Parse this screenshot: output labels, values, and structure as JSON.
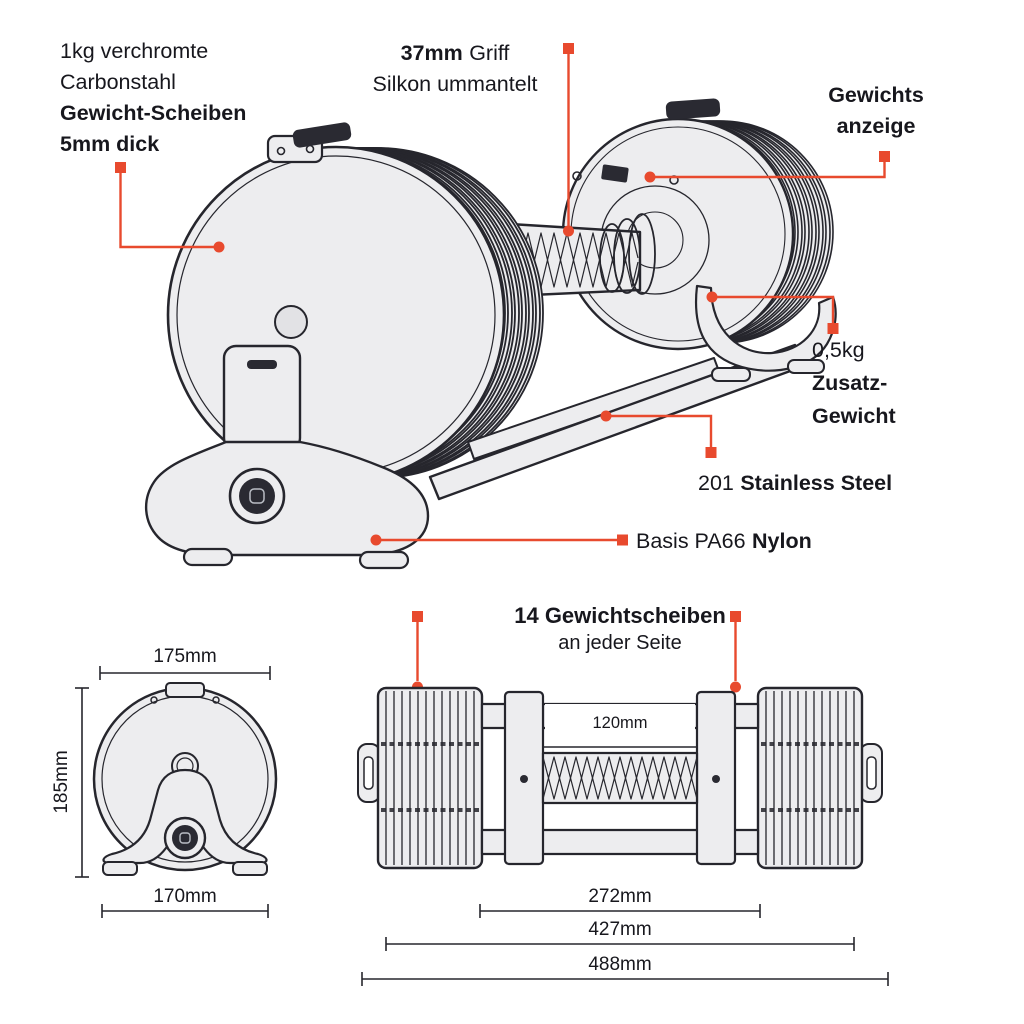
{
  "colors": {
    "accent": "#e84a2e",
    "line_art": "#26262d",
    "fill": "#ededef"
  },
  "callouts": {
    "plates": {
      "lines": [
        "1kg verchromte",
        "Carbonstahl",
        "Gewicht-Scheiben",
        "5mm dick"
      ]
    },
    "grip": {
      "bold": "37mm",
      "normal": "Griff",
      "line2": "Silkon ummantelt"
    },
    "weight_display": {
      "lines": [
        "Gewichts",
        "anzeige"
      ]
    },
    "extra_weight": {
      "value": "0,5kg",
      "lines_bold": [
        "Zusatz-",
        "Gewicht"
      ]
    },
    "steel": {
      "normal": "201",
      "bold": "Stainless Steel"
    },
    "base": {
      "normal": "Basis PA66",
      "bold": "Nylon"
    }
  },
  "bottom_section": {
    "plates_callout": {
      "bold": "14 Gewichtscheiben",
      "normal": "an jeder Seite"
    },
    "dimensions": {
      "front_width_top": "175mm",
      "front_height": "185mm",
      "front_width_bottom": "170mm",
      "grip_width": "120mm",
      "inner_width": "272mm",
      "mid_width": "427mm",
      "overall_width": "488mm"
    }
  }
}
